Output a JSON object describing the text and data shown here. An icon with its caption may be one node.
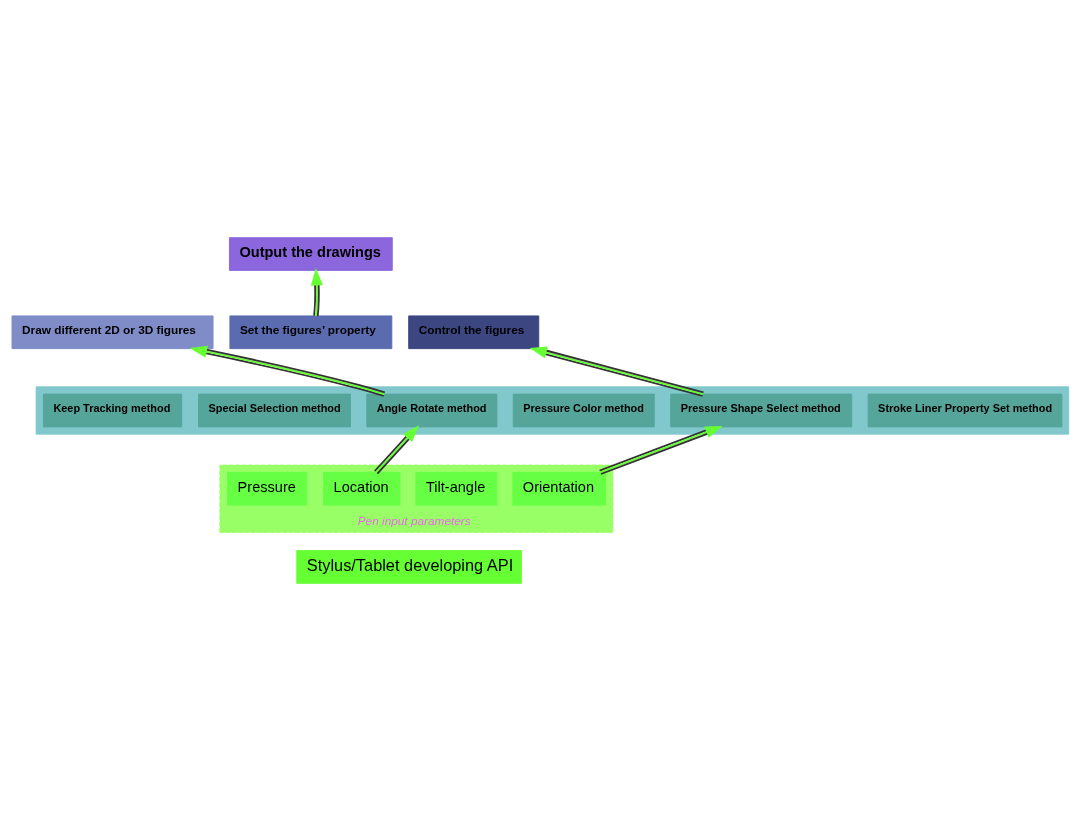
{
  "diagram": {
    "nodes": [
      {
        "text": [
          "Output the drawings"
        ]
      },
      {
        "text": [
          "Draw different 2D or 3D figures"
        ]
      },
      {
        "text": [
          "Set the figures’ property"
        ]
      },
      {
        "text": [
          "Control the figures"
        ]
      },
      {
        "text": [],
        "shape": "box"
      },
      {
        "text": [
          "Keep Tracking method"
        ],
        "in": 4
      },
      {
        "text": [
          "Special Selection method"
        ],
        "in": 4
      },
      {
        "text": [
          "Angle Rotate method"
        ],
        "in": 4
      },
      {
        "text": [
          "Pressure Color method"
        ],
        "in": 4
      },
      {
        "text": [
          "Pressure Shape Select method"
        ],
        "in": 4
      },
      {
        "text": [
          "Stroke Liner Property Set method"
        ],
        "in": 4
      },
      {
        "text": [
          "Pen input parameters"
        ]
      },
      {
        "text": [
          "Pressure"
        ],
        "in": 11
      },
      {
        "text": [
          "Location"
        ],
        "in": 11
      },
      {
        "text": [
          "Tilt-angle"
        ],
        "in": 11
      },
      {
        "text": [
          "Orientation"
        ],
        "in": 11
      },
      {
        "text": [
          "Stylus/Tablet developing API"
        ]
      }
    ],
    "edges": [
      {
        "from": 13,
        "to": 7,
        "arrow": "to"
      },
      {
        "from": 15,
        "to": 9,
        "arrow": "to"
      },
      {
        "from": 7,
        "to": 1,
        "arrow": "to"
      },
      {
        "from": 9,
        "to": 3,
        "arrow": "to"
      },
      {
        "from": 2,
        "to": 0,
        "arrow": "to"
      }
    ]
  }
}
